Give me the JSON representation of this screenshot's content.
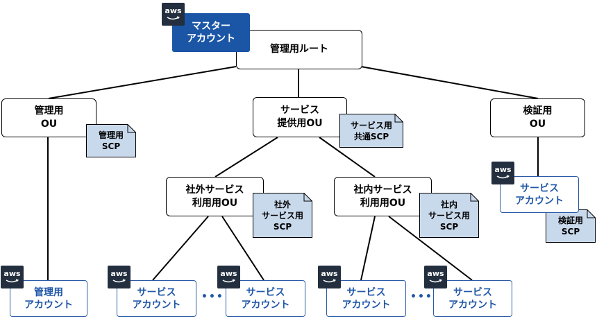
{
  "root": {
    "label": "管理用ルート"
  },
  "master_account": {
    "line1": "マスター",
    "line2": "アカウント"
  },
  "aws_logo": "aws",
  "ou_management": {
    "line1": "管理用",
    "line2": "OU"
  },
  "ou_service": {
    "line1": "サービス",
    "line2": "提供用OU"
  },
  "ou_verification": {
    "line1": "検証用",
    "line2": "OU"
  },
  "ou_external": {
    "line1": "社外サービス",
    "line2": "利用用OU"
  },
  "ou_internal": {
    "line1": "社内サービス",
    "line2": "利用用OU"
  },
  "scp_management": {
    "line1": "管理用",
    "line2": "SCP"
  },
  "scp_service": {
    "line1": "サービス用",
    "line2": "共通SCP"
  },
  "scp_verification": {
    "line1": "検証用",
    "line2": "SCP"
  },
  "scp_external": {
    "line1": "社外",
    "line2": "サービス用",
    "line3": "SCP"
  },
  "scp_internal": {
    "line1": "社内",
    "line2": "サービス用",
    "line3": "SCP"
  },
  "account_management": {
    "line1": "管理用",
    "line2": "アカウント"
  },
  "account_service": {
    "line1": "サービス",
    "line2": "アカウント"
  },
  "ellipsis": "•••",
  "colors": {
    "master_fill": "#1b56a6",
    "scp_fill": "#c9d9ec",
    "account_text": "#1f56a8",
    "aws_badge": "#232f3e"
  }
}
